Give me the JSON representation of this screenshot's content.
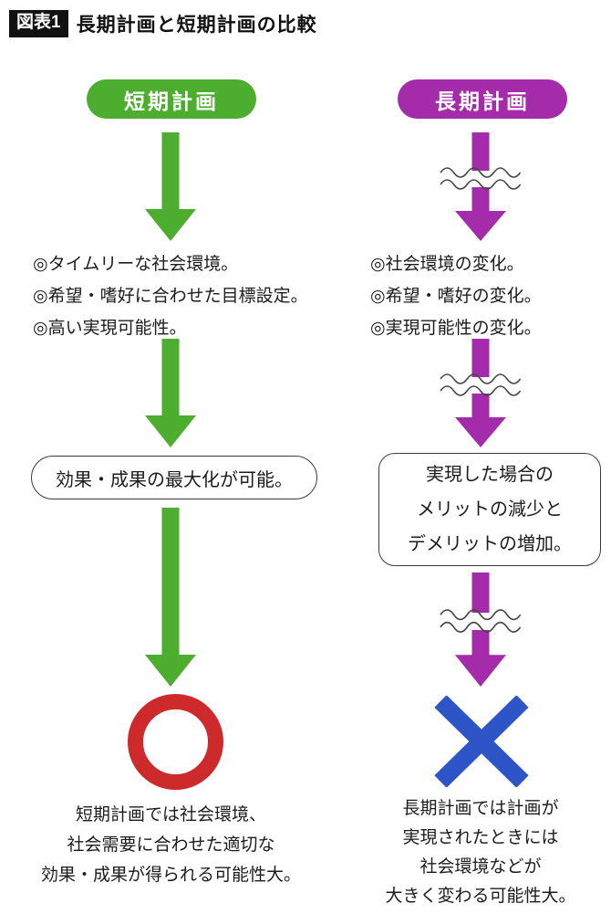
{
  "title": {
    "badge": "図表1",
    "text": "長期計画と短期計画の比較"
  },
  "colors": {
    "green": "#4CAD2F",
    "purple": "#A42BAA",
    "red": "#CE2A2B",
    "blue": "#2E55C8",
    "wave": "#454545"
  },
  "left": {
    "header": "短期計画",
    "points": [
      "◎タイムリーな社会環境。",
      "◎希望・嗜好に合わせた目標設定。",
      "◎高い実現可能性。"
    ],
    "box": "効果・成果の最大化が可能。",
    "result_symbol": "circle",
    "conclusion": [
      "短期計画では社会環境、",
      "社会需要に合わせた適切な",
      "効果・成果が得られる可能性大。"
    ]
  },
  "right": {
    "header": "長期計画",
    "points": [
      "◎社会環境の変化。",
      "◎希望・嗜好の変化。",
      "◎実現可能性の変化。"
    ],
    "box": [
      "実現した場合の",
      "メリットの減少と",
      "デメリットの増加。"
    ],
    "result_symbol": "cross",
    "conclusion": [
      "長期計画では計画が",
      "実現されたときには",
      "社会環境などが",
      "大きく変わる可能性大。"
    ]
  }
}
